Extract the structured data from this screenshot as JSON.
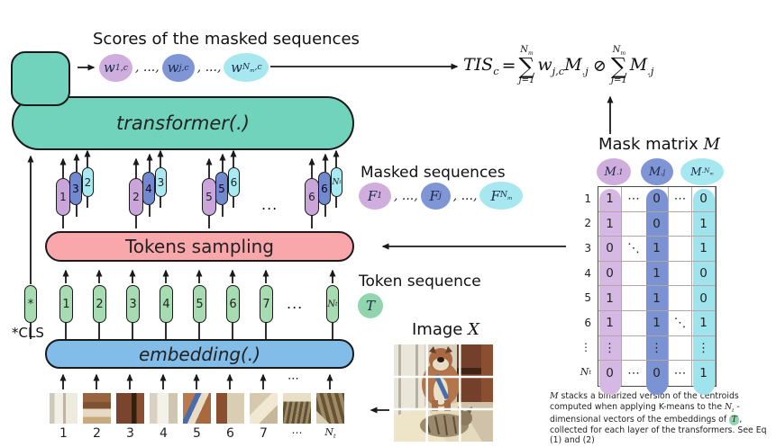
{
  "scores": {
    "title": "Scores of the masked sequences",
    "w1_base": "w",
    "w1_sub": "1,c",
    "sep1": ", ...,",
    "wj_base": "w",
    "wj_sub": "j,c",
    "sep2": ", ...,",
    "wNm_base": "w",
    "wNm_subN": "N",
    "wNm_subm": "m",
    "wNm_subtail": ",c"
  },
  "transformer": {
    "label": "transformer(.)"
  },
  "tokens_sampling": {
    "label": "Tokens sampling"
  },
  "embedding": {
    "label": "embedding(.)"
  },
  "formula": {
    "tis": "TIS",
    "tis_sub": "c",
    "eq": "=",
    "sigma": "∑",
    "sup_N": "N",
    "sup_m": "m",
    "lower": "j=1",
    "w_base": "w",
    "w_sub": "j,c",
    "M_base": "M",
    "M_sub": ".j",
    "oslash": "⊘"
  },
  "mask_matrix": {
    "label": "Mask matrix",
    "label_M": "M",
    "col1_base": "M",
    "col1_sub": ".1",
    "col2_base": "M",
    "col2_sub": ".j",
    "col3_base": "M",
    "col3_subN": ".N",
    "col3_subm": "m",
    "row_labels": [
      "1",
      "2",
      "3",
      "4",
      "5",
      "6",
      "⋮"
    ],
    "row_last_base": "N",
    "row_last_sub": "t",
    "rows": [
      [
        "1",
        "⋯",
        "0",
        "⋯",
        "0"
      ],
      [
        "1",
        "",
        "0",
        "",
        "1"
      ],
      [
        "0",
        "⋱",
        "1",
        "",
        "1"
      ],
      [
        "0",
        "",
        "1",
        "",
        "0"
      ],
      [
        "1",
        "",
        "1",
        "",
        "0"
      ],
      [
        "1",
        "",
        "1",
        "⋱",
        "1"
      ],
      [
        "⋮",
        "",
        "⋮",
        "",
        "⋮"
      ],
      [
        "0",
        "⋯",
        "0",
        "⋯",
        "1"
      ]
    ]
  },
  "masked_sequences": {
    "label": "Masked sequences",
    "f1_base": "F",
    "f1_sub": "1",
    "sep1": ", ...,",
    "fj_base": "F",
    "fj_sub": "j",
    "sep2": ", ...,",
    "fNm_base": "F",
    "fNm_subN": "N",
    "fNm_subm": "m"
  },
  "masked_groups": {
    "dots": "...",
    "groups": [
      [
        {
          "label": "1"
        },
        {
          "label": "3"
        },
        {
          "label": "2"
        }
      ],
      [
        {
          "label": "2"
        },
        {
          "label": "4"
        },
        {
          "label": "3"
        }
      ],
      [
        {
          "label": "5"
        },
        {
          "label": "5"
        },
        {
          "label": "6"
        }
      ],
      [
        {
          "label": "6"
        },
        {
          "label": "6"
        },
        {
          "label_base": "N",
          "label_sub": "t"
        }
      ]
    ]
  },
  "token_sequence": {
    "label": "Token sequence",
    "symbol": "T"
  },
  "tokens": {
    "star": "*",
    "cls_label": "*CLS",
    "labels": [
      "1",
      "2",
      "3",
      "4",
      "5",
      "6",
      "7"
    ],
    "dots": "...",
    "last_base": "N",
    "last_sub": "t"
  },
  "patches": {
    "numbers": [
      "1",
      "2",
      "3",
      "4",
      "5",
      "6",
      "7"
    ],
    "dots": "⋯",
    "last_base": "N",
    "last_sub": "t"
  },
  "image": {
    "label": "Image",
    "symbol": "X"
  },
  "caption": {
    "m": "M",
    "p1": " stacks a binarized version of the centroids computed when applying K-means to the ",
    "n": "N",
    "n_sub": "t",
    "p2": " -dimensional vectors of the embeddings of ",
    "t": "T",
    "p3": ", collected for each layer of the transformers. See Eq (1) and (2)"
  },
  "colors": {
    "teal": "#72d3bc",
    "pink": "#f9a7ab",
    "blue_bar": "#82bce9",
    "green": "#a7dcb2",
    "purple_pill": "#c9a5da",
    "blue_pill": "#7189cf",
    "cyan_pill": "#a9e9f1",
    "matrix_purple": "#d5b8e4",
    "matrix_blue": "#7b92d3",
    "matrix_cyan": "#9fe4ec",
    "t_highlight": "#90d5ae"
  }
}
